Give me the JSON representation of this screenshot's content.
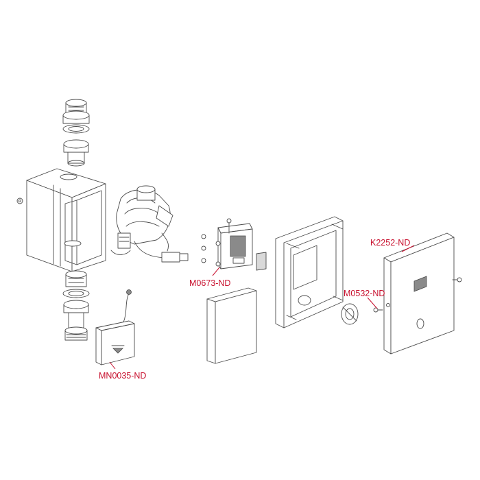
{
  "colors": {
    "label": "#c8102e",
    "line": "#4a4a4a",
    "panel_fill": "#d9d9d9"
  },
  "labels": {
    "k2252": "K2252-ND",
    "m0532": "M0532-ND",
    "m0673": "M0673-ND",
    "mn0035": "MN0035-ND"
  }
}
